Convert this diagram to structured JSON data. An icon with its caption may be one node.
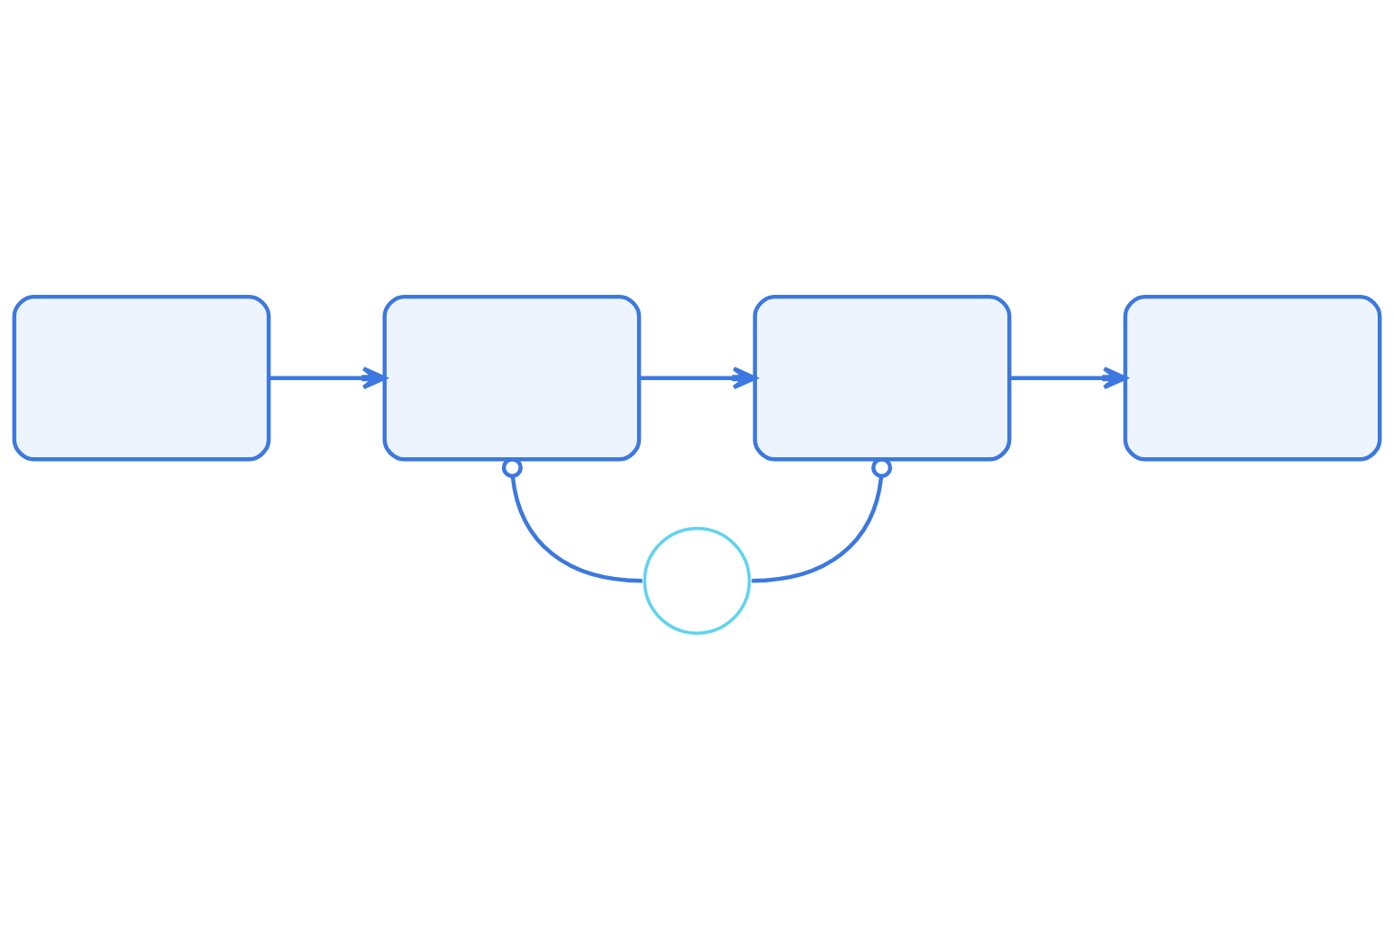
{
  "diagram": {
    "nodes": [
      {
        "text": [],
        "shape": "box"
      },
      {
        "text": [],
        "shape": "box"
      },
      {
        "text": [],
        "shape": "box"
      },
      {
        "text": [],
        "shape": "box"
      },
      {
        "text": [],
        "shape": "circle"
      }
    ],
    "edges": [
      {
        "from": 0,
        "to": 1,
        "arrow": "to"
      },
      {
        "from": 1,
        "to": 2,
        "arrow": "to"
      },
      {
        "from": 2,
        "to": 3,
        "arrow": "to"
      },
      {
        "from": 1,
        "to": 4,
        "arrow": "other"
      },
      {
        "from": 2,
        "to": 4,
        "arrow": "other"
      }
    ]
  }
}
